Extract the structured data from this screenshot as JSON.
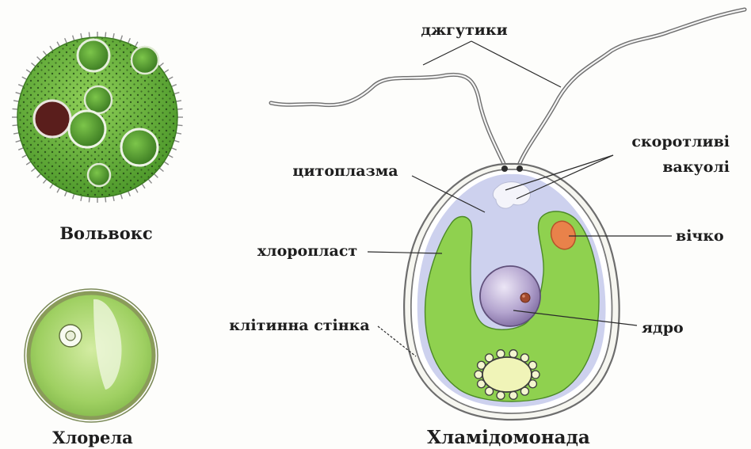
{
  "organisms": {
    "volvox": "Вольвокс",
    "chlorella": "Хлорела",
    "chlamydomonas": "Хламідомонада"
  },
  "labels": {
    "flagella": "джгутики",
    "cytoplasm": "цитоплазма",
    "contractile_vacuoles_line1": "скоротливі",
    "contractile_vacuoles_line2": "вакуолі",
    "eyespot": "вічко",
    "chloroplast": "хлоропласт",
    "cell_wall": "клітинна стінка",
    "nucleus": "ядро"
  },
  "colors": {
    "chloroplast_green": "#8fd14f",
    "volvox_green": "#69b83a",
    "chlorella_green": "#a9d56c",
    "cytoplasm_lilac": "#cdd1ee",
    "nucleus_purple": "#b4a5cf",
    "eyespot_orange": "#e9824a",
    "cell_wall": "#7a7a7a"
  }
}
